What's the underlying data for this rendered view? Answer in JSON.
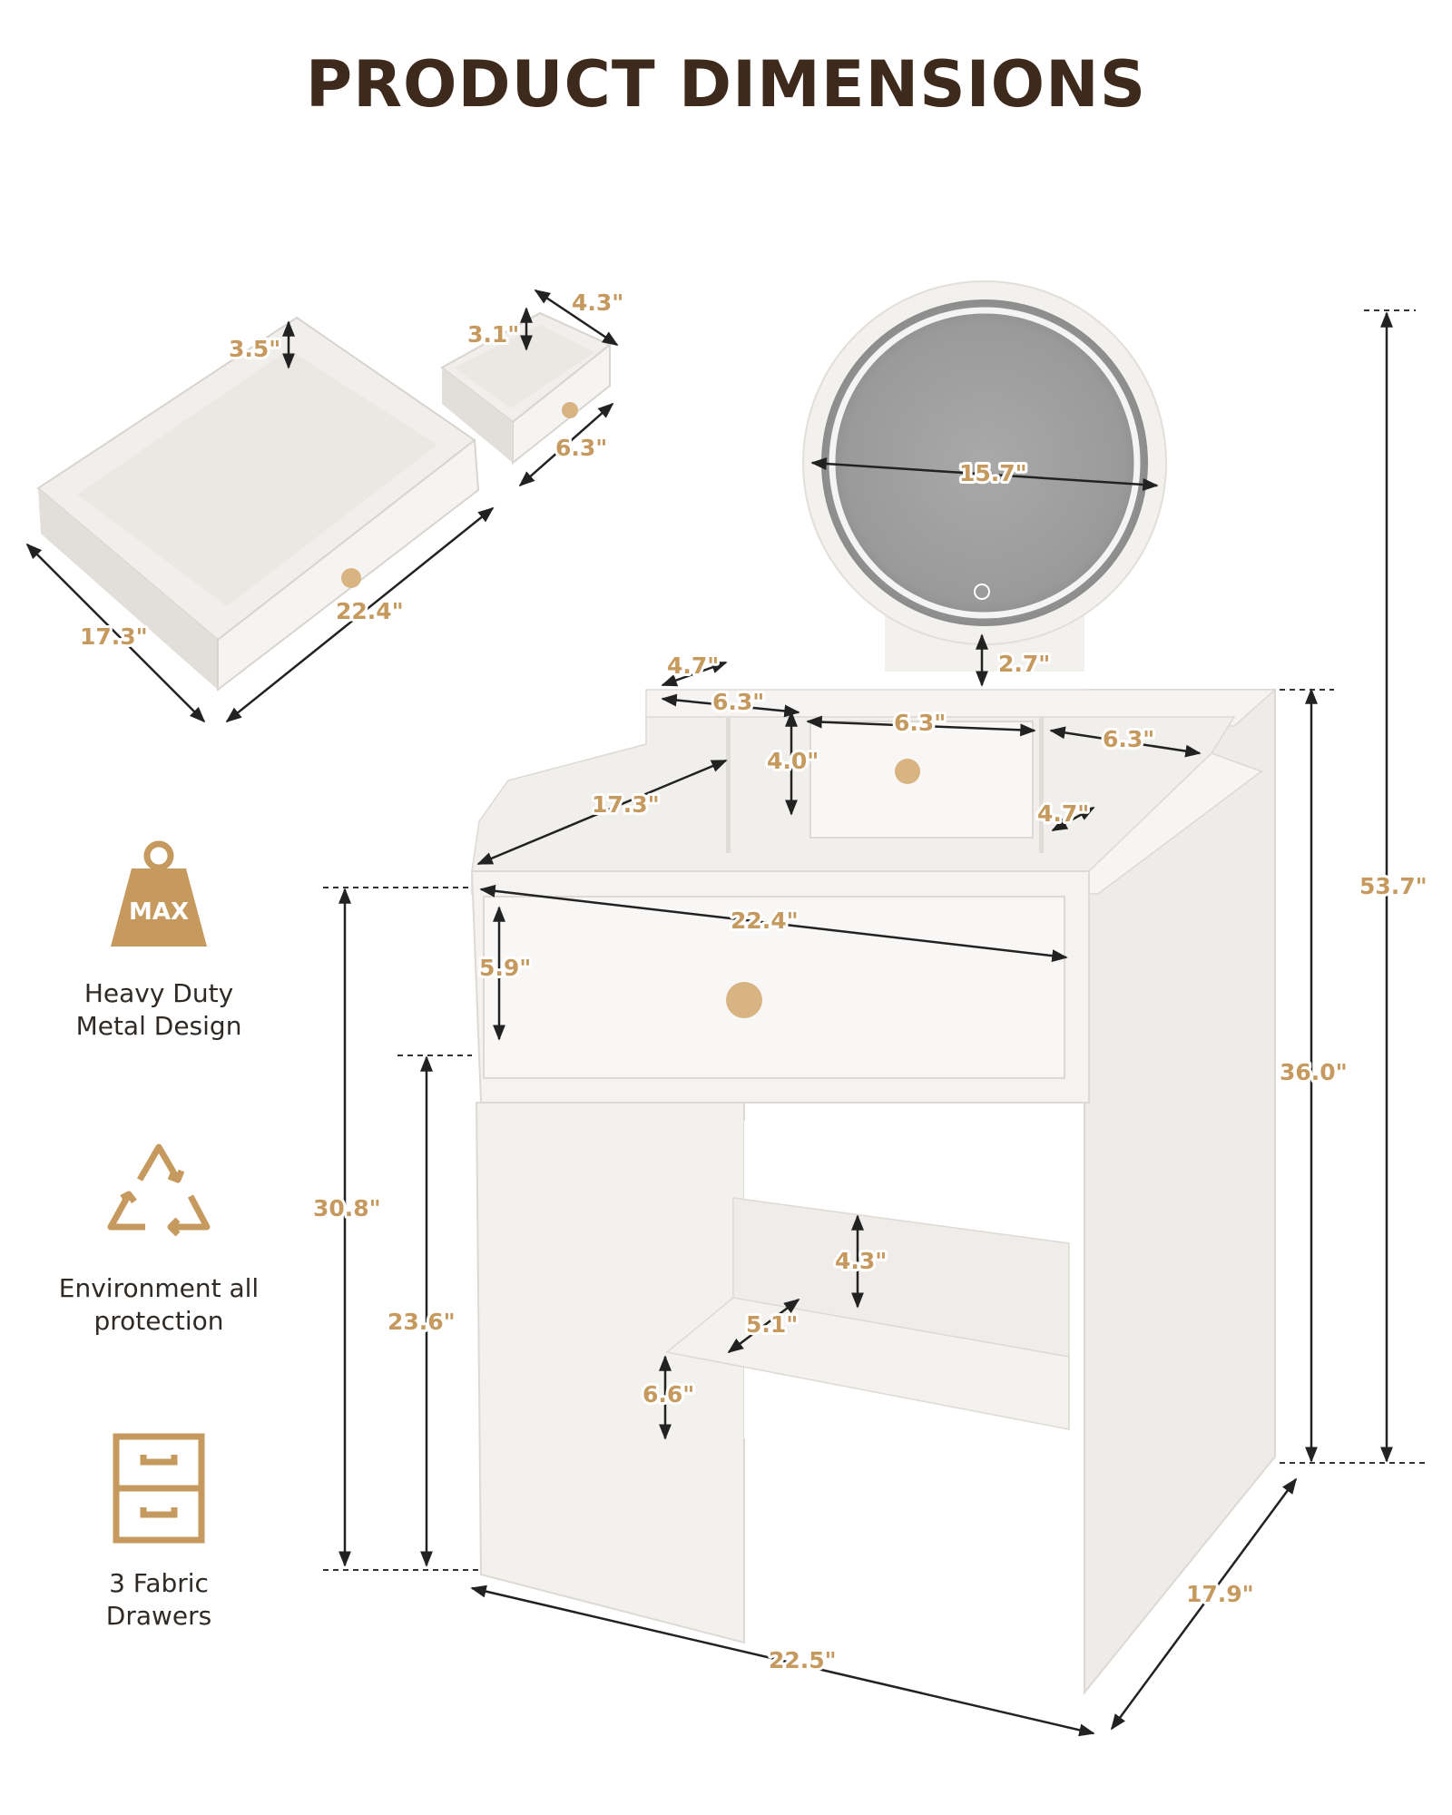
{
  "title": "PRODUCT DIMENSIONS",
  "colors": {
    "title": "#3e2a1c",
    "accent": "#c69a5e",
    "furniture": "#f3f1ee",
    "dim_line": "#222222"
  },
  "features": [
    {
      "icon": "max-weight-icon",
      "badge": "MAX",
      "label": "Heavy Duty\nMetal Design"
    },
    {
      "icon": "recycle-icon",
      "label": "Environment all\nprotection"
    },
    {
      "icon": "drawers-icon",
      "label": "3 Fabric\nDrawers"
    }
  ],
  "dimensions": {
    "large_drawer_height": "3.5\"",
    "large_drawer_depth": "17.3\"",
    "large_drawer_width": "22.4\"",
    "small_drawer_height": "3.1\"",
    "small_drawer_depth": "4.3\"",
    "small_drawer_width": "6.3\"",
    "mirror_diameter": "15.7\"",
    "mirror_neck": "2.7\"",
    "top_shelf_depth": "4.7\"",
    "left_cubby_width": "6.3\"",
    "center_drawer_width": "6.3\"",
    "right_cubby_width": "6.3\"",
    "cubby_height": "4.0\"",
    "right_cubby_depth": "4.7\"",
    "desk_depth": "17.3\"",
    "desk_width": "22.4\"",
    "main_drawer_height": "5.9\"",
    "total_height": "53.7\"",
    "body_height": "36.0\"",
    "desk_height": "30.8\"",
    "leg_clearance": "23.6\"",
    "shelf_height": "4.3\"",
    "shelf_depth": "5.1\"",
    "shelf_clearance": "6.6\"",
    "base_width": "22.5\"",
    "base_depth": "17.9\""
  }
}
